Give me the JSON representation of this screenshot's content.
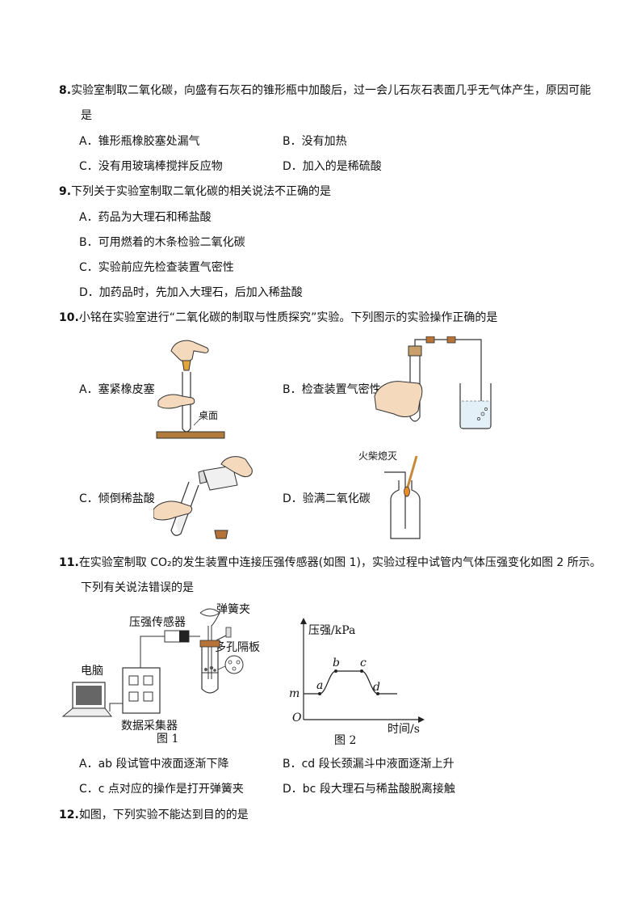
{
  "q8": {
    "number": "8.",
    "stem": "实验室制取二氧化碳，向盛有石灰石的锥形瓶中加酸后，过一会儿石灰石表面几乎无气体产生，原因可能",
    "stem_cont": "是",
    "options": [
      {
        "label": "A．",
        "text": "锥形瓶橡胶塞处漏气"
      },
      {
        "label": "B．",
        "text": "没有加热"
      },
      {
        "label": "C．",
        "text": "没有用玻璃棒搅拌反应物"
      },
      {
        "label": "D．",
        "text": "加入的是稀硫酸"
      }
    ]
  },
  "q9": {
    "number": "9.",
    "stem": "下列关于实验室制取二氧化碳的相关说法不正确的是",
    "options": [
      {
        "label": "A．",
        "text": "药品为大理石和稀盐酸"
      },
      {
        "label": "B．",
        "text": "可用燃着的木条检验二氧化碳"
      },
      {
        "label": "C．",
        "text": "实验前应先检查装置气密性"
      },
      {
        "label": "D．",
        "text": "加药品时，先加入大理石，后加入稀盐酸"
      }
    ]
  },
  "q10": {
    "number": "10.",
    "stem": "小铭在实验室进行“二氧化碳的制取与性质探究”实验。下列图示的实验操作正确的是",
    "options": [
      {
        "label": "A．",
        "text": "塞紧橡皮塞",
        "figure_text": "桌面"
      },
      {
        "label": "B．",
        "text": "检查装置气密性"
      },
      {
        "label": "C．",
        "text": "倾倒稀盐酸"
      },
      {
        "label": "D．",
        "text": "验满二氧化碳",
        "figure_text": "火柴熄灭"
      }
    ]
  },
  "q11": {
    "number": "11.",
    "stem": "在实验室制取 CO₂的发生装置中连接压强传感器(如图 1)，实验过程中试管内气体压强变化如图 2 所示。",
    "stem_cont": "下列有关说法错误的是",
    "fig1": {
      "pressure_sensor": "压强传感器",
      "spring_clip": "弹簧夹",
      "porous_plate": "多孔隔板",
      "computer": "电脑",
      "collector": "数据采集器",
      "caption": "图 1"
    },
    "fig2": {
      "ylabel": "压强/kPa",
      "xlabel": "时间/s",
      "origin": "O",
      "m": "m",
      "points": [
        "a",
        "b",
        "c",
        "d"
      ],
      "caption": "图 2"
    },
    "options": [
      {
        "label": "A．",
        "text": "ab 段试管中液面逐渐下降"
      },
      {
        "label": "B．",
        "text": "cd 段长颈漏斗中液面逐渐上升"
      },
      {
        "label": "C．",
        "text": "c 点对应的操作是打开弹簧夹"
      },
      {
        "label": "D．",
        "text": "bc 段大理石与稀盐酸脱离接触"
      }
    ]
  },
  "q12": {
    "number": "12.",
    "stem": "如图，下列实验不能达到目的的是"
  }
}
